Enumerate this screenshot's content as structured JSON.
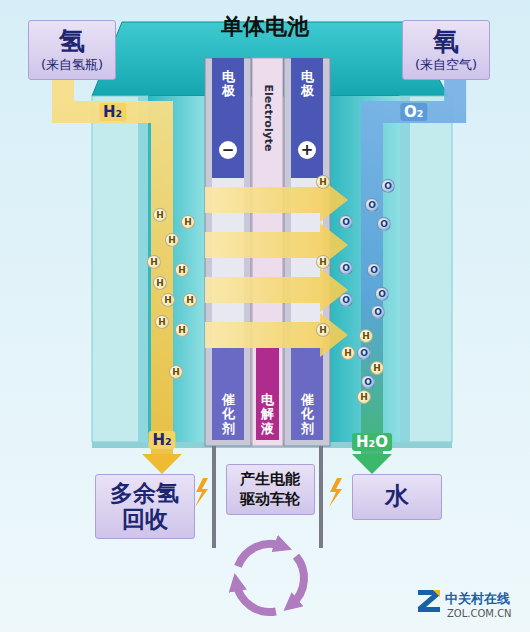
{
  "diagram": {
    "title": "单体电池",
    "nodes": [
      {
        "text": [
          "氢",
          "(来自氢瓶)"
        ]
      },
      {
        "text": [
          "氧",
          "(来自空气)"
        ]
      },
      {
        "text": [
          "电极",
          "催化剂"
        ]
      },
      {
        "text": [
          "Electrolyte",
          "电解液"
        ]
      },
      {
        "text": [
          "电极",
          "催化剂"
        ]
      },
      {
        "text": [
          "多余氢 回收"
        ]
      },
      {
        "text": [
          "水"
        ]
      },
      {
        "text": [
          "产生电能 驱动车轮"
        ]
      }
    ],
    "edges": [
      {
        "from": 0,
        "to": 5,
        "label": "H₂",
        "arrow": "to"
      },
      {
        "from": 1,
        "to": 6,
        "label": "O₂",
        "arrow": "to"
      }
    ],
    "labels": [
      "H₂",
      "H₂O",
      "−",
      "+",
      "H",
      "H",
      "H",
      "H",
      "H",
      "H",
      "H",
      "H",
      "H",
      "H",
      "H",
      "H",
      "H",
      "H",
      "O",
      "O",
      "O",
      "O",
      "O",
      "O",
      "O",
      "O",
      "O",
      "H",
      "H",
      "O",
      "H",
      "O",
      "H",
      "中关村在线",
      "ZOL.COM.CN"
    ]
  }
}
